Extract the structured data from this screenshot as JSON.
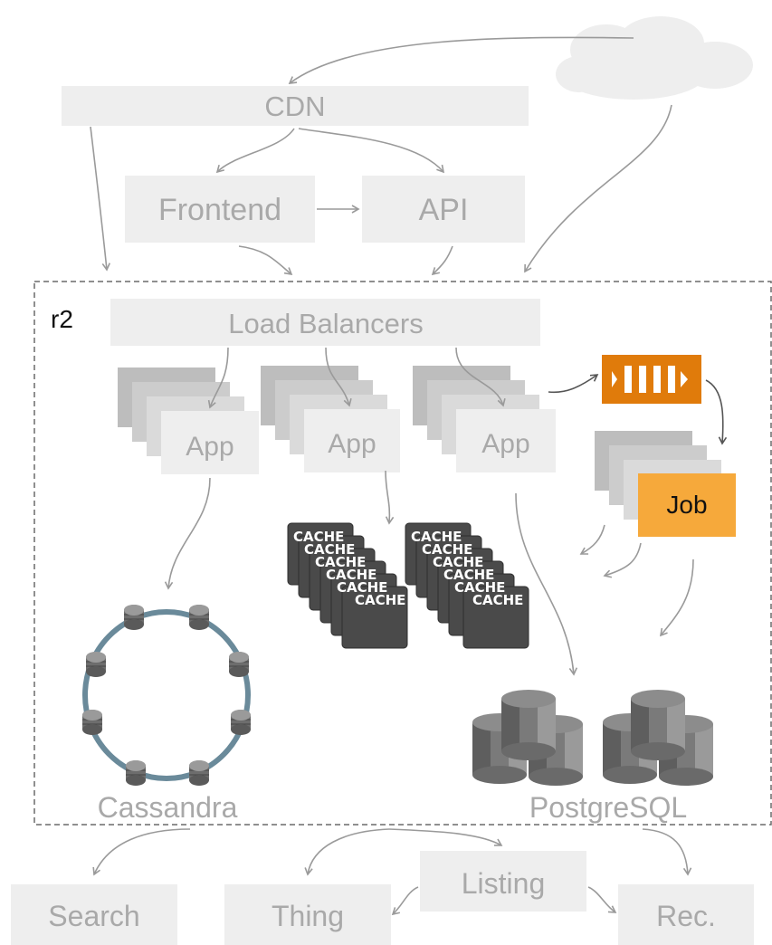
{
  "nodes": {
    "cdn": "CDN",
    "frontend": "Frontend",
    "api": "API",
    "region": "r2",
    "load_balancers": "Load Balancers",
    "app": "App",
    "job": "Job",
    "cache": "CACHE",
    "cassandra": "Cassandra",
    "postgresql": "PostgreSQL",
    "search": "Search",
    "thing": "Thing",
    "listing": "Listing",
    "rec": "Rec."
  },
  "colors": {
    "box_fill": "#eeeeee",
    "label_text": "#a9a9a9",
    "job_fill": "#f6a93b",
    "queue_fill": "#e07b0b",
    "cassandra_ring": "#6a8a9a",
    "cache_fill": "#4a4a4a",
    "db_fill": "#7a7a7a"
  },
  "icons": [
    "cloud-icon",
    "queue-icon",
    "cache-icon",
    "database-icon",
    "cassandra-ring-icon"
  ]
}
